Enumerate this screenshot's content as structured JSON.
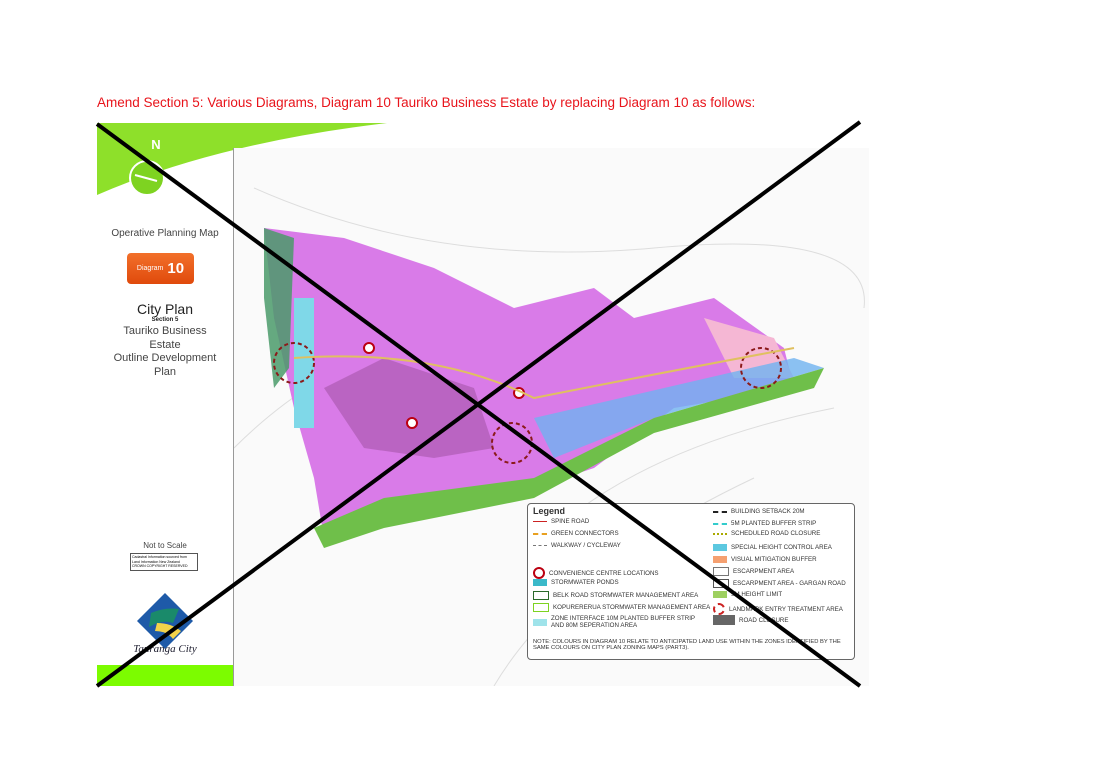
{
  "instruction": "Amend Section 5: Various Diagrams, Diagram 10 Tauriko Business Estate by replacing Diagram 10 as follows:",
  "side": {
    "north": "N",
    "map_type": "Operative Planning Map",
    "diagram_word": "Diagram",
    "diagram_num": "10",
    "city_plan": "City Plan",
    "section": "Section 5",
    "title_lines": [
      "Tauriko Business",
      "Estate",
      "Outline Development",
      "Plan"
    ],
    "scale": "Not to Scale",
    "cadastral": [
      "Cadastral Information sourced from",
      "Land Information New Zealand",
      "CROWN COPYRIGHT RESERVED"
    ],
    "logo_text": "Tauranga City"
  },
  "legend": {
    "title": "Legend",
    "left": [
      "SPINE ROAD",
      "GREEN CONNECTORS",
      "WALKWAY / CYCLEWAY",
      "CONVENIENCE CENTRE LOCATIONS",
      "STORMWATER PONDS",
      "BELK ROAD STORMWATER MANAGEMENT AREA",
      "KOPURERERUA STORMWATER MANAGEMENT AREA",
      "ZONE INTERFACE 10M PLANTED BUFFER STRIP AND 80M SEPERATION AREA"
    ],
    "right": [
      "BUILDING SETBACK 20M",
      "5M PLANTED BUFFER STRIP",
      "SCHEDULED ROAD CLOSURE",
      "SPECIAL HEIGHT CONTROL AREA",
      "VISUAL MITIGATION BUFFER",
      "ESCARPMENT AREA",
      "ESCARPMENT AREA - GARGAN ROAD",
      "9M HEIGHT LIMIT",
      "LANDMARK ENTRY TREATMENT AREA",
      "ROAD CLOSURE"
    ],
    "note": "NOTE: COLOURS IN DIAGRAM 10 RELATE TO ANTICIPATED LAND USE WITHIN THE ZONES IDENTIFIED BY THE SAME COLOURS ON CITY PLAN ZONING MAPS (PART3)."
  },
  "colors": {
    "instruction": "#e8141b",
    "banner": "#7ed321",
    "zone": "#d97be8",
    "diagram": "#f05a1e"
  }
}
